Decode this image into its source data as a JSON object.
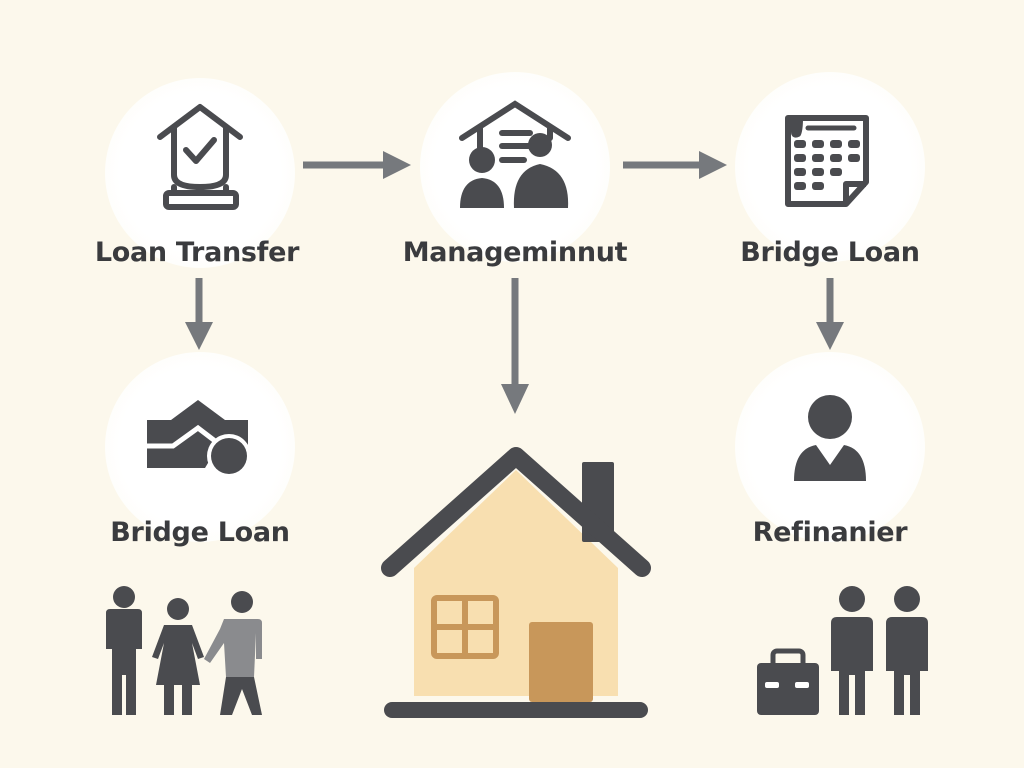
{
  "colors": {
    "background": "#fcf8ec",
    "icon": "#4a4b4f",
    "arrow": "#76797d",
    "house_wall": "#f8dfb0",
    "house_trim": "#c8975a",
    "person_light": "#8a8b8e"
  },
  "nodes": [
    {
      "id": "loan-transfer",
      "label": "Loan Transfer",
      "icon": "house-check-icon"
    },
    {
      "id": "management",
      "label": "Manageminnut",
      "icon": "house-people-icon"
    },
    {
      "id": "bridge-loan-top",
      "label": "Bridge Loan",
      "icon": "calendar-icon"
    },
    {
      "id": "bridge-loan-bottom",
      "label": "Bridge Loan",
      "icon": "bridge-coin-icon"
    },
    {
      "id": "refinancer",
      "label": "Refinanier",
      "icon": "person-icon"
    },
    {
      "id": "home",
      "label": "",
      "icon": "house-icon"
    }
  ],
  "edges": [
    {
      "from": "loan-transfer",
      "to": "management",
      "direction": "right"
    },
    {
      "from": "management",
      "to": "bridge-loan-top",
      "direction": "right"
    },
    {
      "from": "loan-transfer",
      "to": "bridge-loan-bottom",
      "direction": "down"
    },
    {
      "from": "management",
      "to": "home",
      "direction": "down"
    },
    {
      "from": "bridge-loan-top",
      "to": "refinancer",
      "direction": "down"
    }
  ],
  "figures": {
    "left_group": "family-people-icon",
    "right_group": "business-people-briefcase-icon"
  }
}
